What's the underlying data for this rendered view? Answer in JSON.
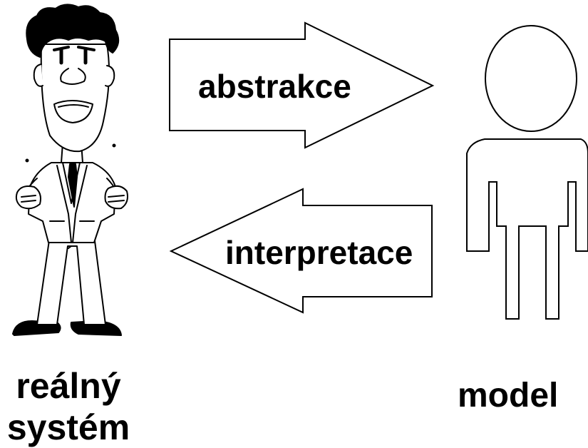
{
  "arrows": {
    "top_label": "abstrakce",
    "bottom_label": "interpretace"
  },
  "real_system": {
    "line1": "reálný",
    "line2": "systém"
  },
  "model": {
    "label": "model"
  },
  "colors": {
    "ink": "#000000",
    "background": "#ffffff"
  }
}
